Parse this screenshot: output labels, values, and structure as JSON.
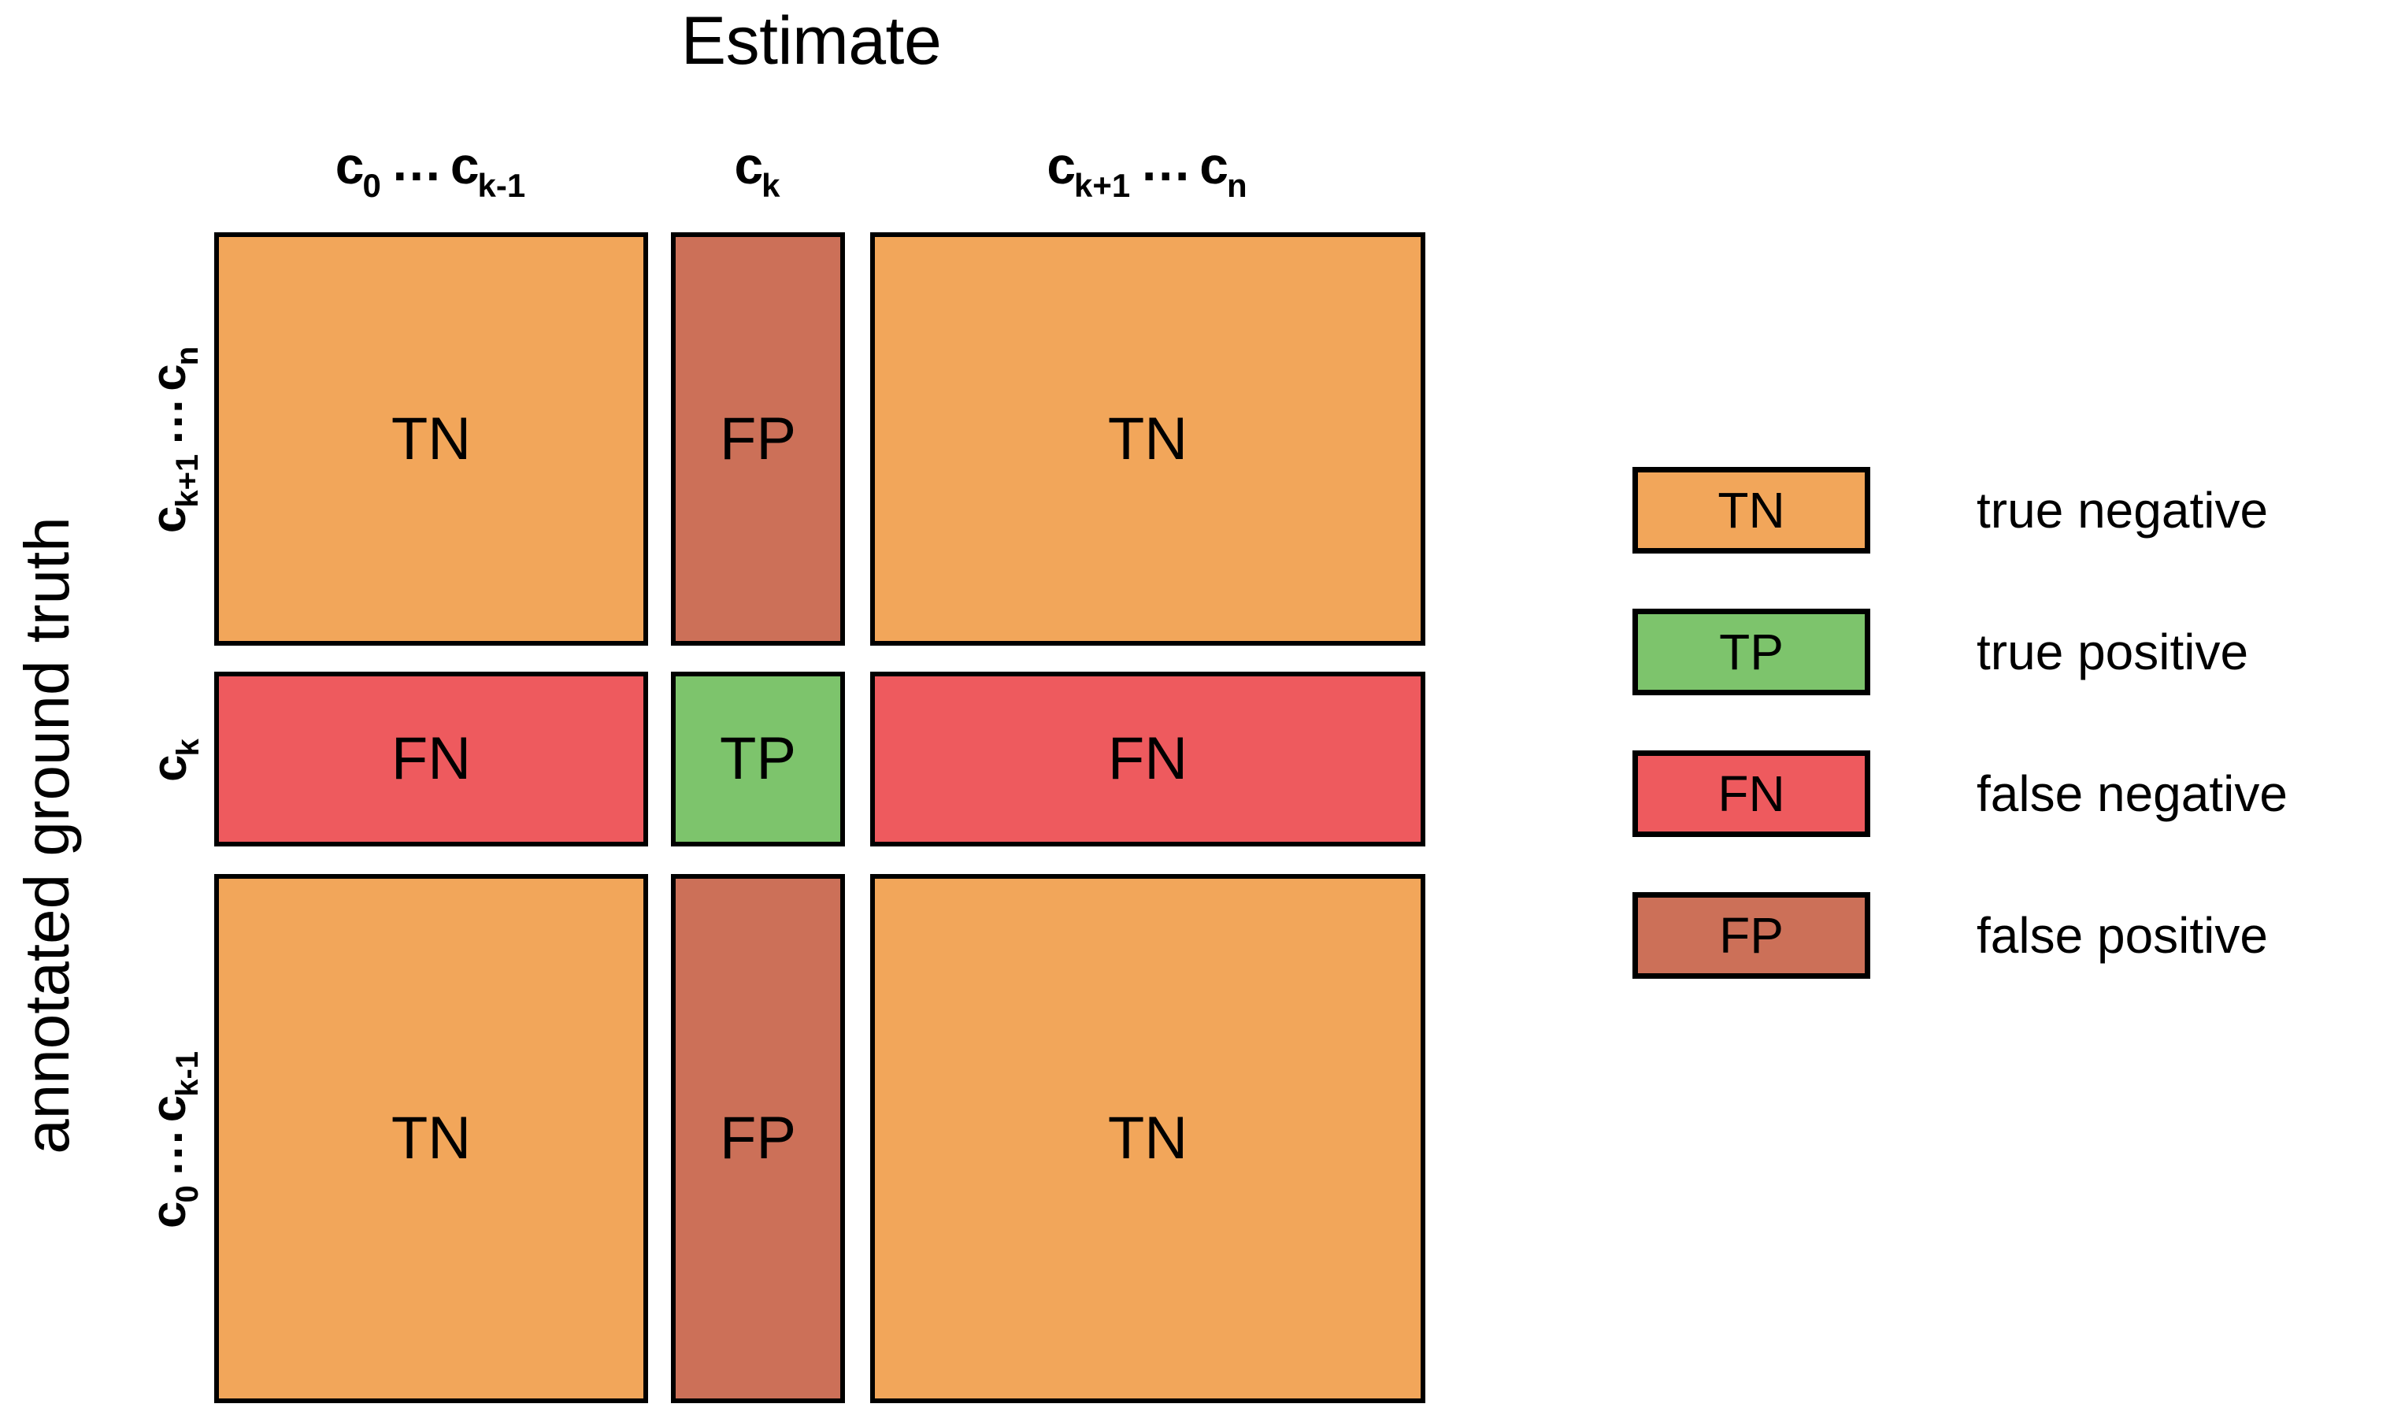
{
  "figure": {
    "x_axis_title": "Estimate",
    "y_axis_title": "annotated ground truth"
  },
  "columns": [
    {
      "id": "low",
      "base_a": "c",
      "sub_a": "0",
      "dots": "…",
      "base_b": "c",
      "sub_b": "k-1"
    },
    {
      "id": "target",
      "base_a": "c",
      "sub_a": "k",
      "dots": "",
      "base_b": "",
      "sub_b": ""
    },
    {
      "id": "high",
      "base_a": "c",
      "sub_a": "k+1",
      "dots": "…",
      "base_b": "c",
      "sub_b": "n"
    }
  ],
  "rows": [
    {
      "id": "high",
      "base_a": "c",
      "sub_a": "k+1",
      "dots": "…",
      "base_b": "c",
      "sub_b": "n"
    },
    {
      "id": "target",
      "base_a": "c",
      "sub_a": "k",
      "dots": "",
      "base_b": "",
      "sub_b": ""
    },
    {
      "id": "low",
      "base_a": "c",
      "sub_a": "0",
      "dots": "…",
      "base_b": "c",
      "sub_b": "k-1"
    }
  ],
  "colors": {
    "true_negative": "#F2A65A",
    "true_positive": "#7DC46C",
    "false_negative": "#EE5A5E",
    "false_positive": "#CC7058",
    "outline": "#000000",
    "background": "#FFFFFF"
  },
  "matrix": {
    "r0c0": "TN",
    "r0c1": "FP",
    "r0c2": "TN",
    "r1c0": "FN",
    "r1c1": "TP",
    "r1c2": "FN",
    "r2c0": "TN",
    "r2c1": "FP",
    "r2c2": "TN"
  },
  "legend": [
    {
      "code": "TN",
      "label": "true negative",
      "color": "#F2A65A"
    },
    {
      "code": "TP",
      "label": "true positive",
      "color": "#7DC46C"
    },
    {
      "code": "FN",
      "label": "false negative",
      "color": "#EE5A5E"
    },
    {
      "code": "FP",
      "label": "false positive",
      "color": "#CC7058"
    }
  ],
  "chart_data": {
    "type": "heatmap",
    "title": "Estimate",
    "xlabel": "Estimate",
    "ylabel": "annotated ground truth",
    "x_categories": [
      "c0 … ck-1",
      "ck",
      "ck+1 … cn"
    ],
    "y_categories": [
      "ck+1 … cn",
      "ck",
      "c0 … ck-1"
    ],
    "cells": [
      [
        "TN",
        "FP",
        "TN"
      ],
      [
        "FN",
        "TP",
        "FN"
      ],
      [
        "TN",
        "FP",
        "TN"
      ]
    ],
    "category_colors": {
      "TN": "#F2A65A",
      "TP": "#7DC46C",
      "FN": "#EE5A5E",
      "FP": "#CC7058"
    },
    "legend_entries": [
      {
        "code": "TN",
        "label": "true negative"
      },
      {
        "code": "TP",
        "label": "true positive"
      },
      {
        "code": "FN",
        "label": "false negative"
      },
      {
        "code": "FP",
        "label": "false positive"
      }
    ],
    "legend_position": "right",
    "grid": false
  }
}
